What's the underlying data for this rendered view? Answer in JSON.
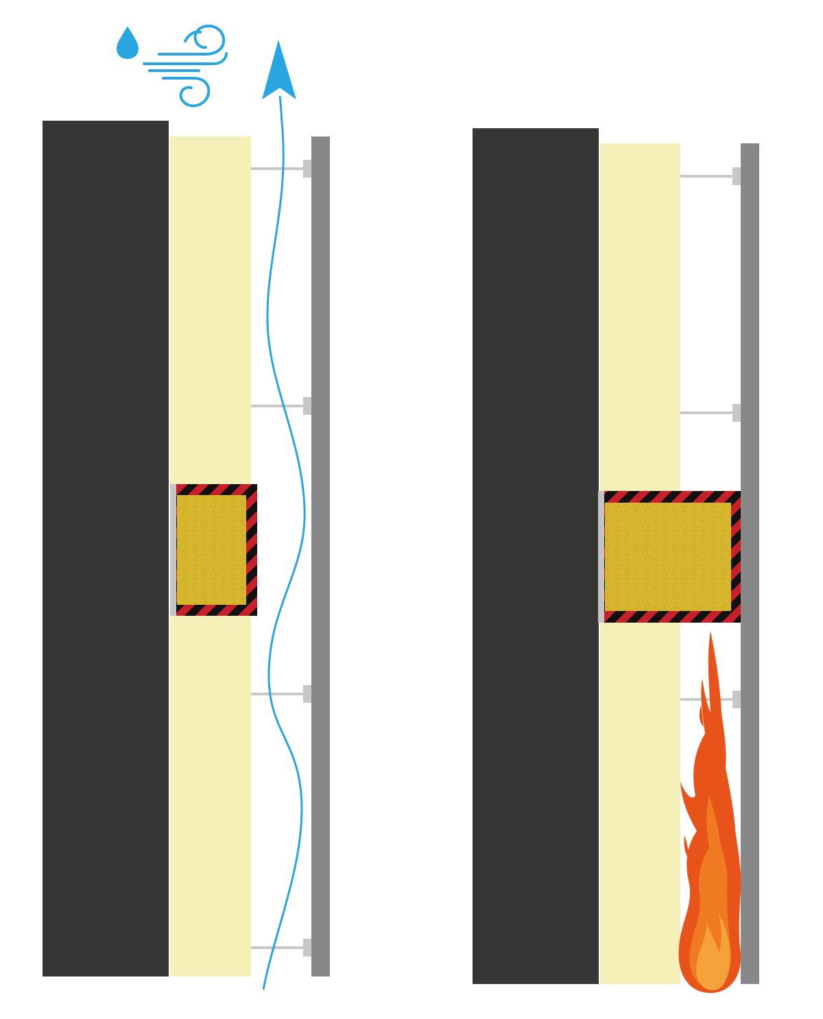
{
  "diagram": {
    "panels": [
      {
        "id": "left",
        "state": "open-cavity",
        "layers": [
          "wall",
          "insulation",
          "cavity-barrier",
          "cladding"
        ],
        "icons": [
          "water-drop-icon",
          "wind-icon",
          "airflow-arrow-icon"
        ],
        "bracket_count": 4
      },
      {
        "id": "right",
        "state": "closed-cavity-fire",
        "layers": [
          "wall",
          "insulation",
          "cavity-barrier",
          "cladding"
        ],
        "icons": [
          "flame-icon"
        ],
        "bracket_count": 4
      }
    ],
    "colors": {
      "wall": "#363634",
      "insulation": "#f4f0b8",
      "barrier_fill": "#d4b52c",
      "barrier_stripe_red": "#c8202a",
      "barrier_stripe_black": "#111111",
      "barrier_strip": "#c4c4c4",
      "cladding": "#888888",
      "bracket": "#c8c8c8",
      "air": "#29a6e1",
      "flame_outer": "#e8531a",
      "flame_inner": "#f4a23a"
    }
  }
}
